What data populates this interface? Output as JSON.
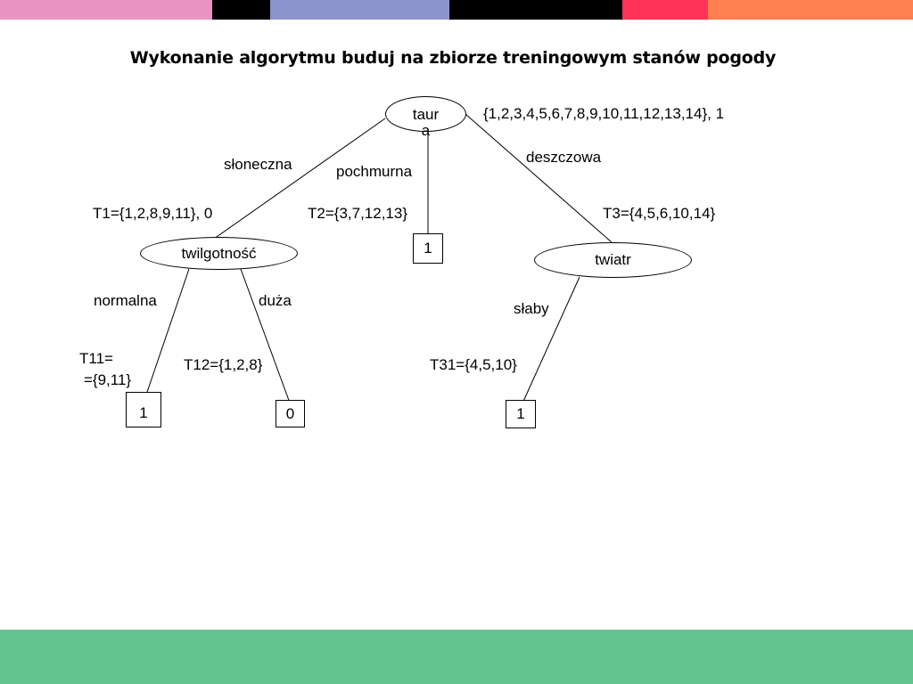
{
  "header_stripe_colors": [
    "#EA94C4",
    "#000000",
    "#8C96CC",
    "#000000",
    "#FF3355",
    "#FF7F50"
  ],
  "footer_color": "#64C28E",
  "title": "Wykonanie algorytmu buduj na zbiorze treningowym stanów pogody",
  "tree": {
    "root": {
      "label_line1": "taur",
      "label_line2": "a",
      "set": "{1,2,3,4,5,6,7,8,9,10,11,12,13,14},  1"
    },
    "branches": {
      "sunny": {
        "edge": "słoneczna",
        "set": "T1={1,2,8,9,11},  0",
        "node": "twilgotność"
      },
      "cloudy": {
        "edge": "pochmurna",
        "set": "T2={3,7,12,13}",
        "leaf": "1"
      },
      "rainy": {
        "edge": "deszczowa",
        "set": "T3={4,5,6,10,14}",
        "node": "twiatr"
      }
    },
    "humidity_branches": {
      "normal": {
        "edge": "normalna",
        "set_line1": "T11=",
        "set_line2": "={9,11}",
        "leaf": "1"
      },
      "high": {
        "edge": "duża",
        "set": "T12={1,2,8}",
        "leaf": "0"
      }
    },
    "wind_branches": {
      "weak": {
        "edge": "słaby",
        "set": "T31={4,5,10}",
        "leaf": "1"
      }
    }
  }
}
